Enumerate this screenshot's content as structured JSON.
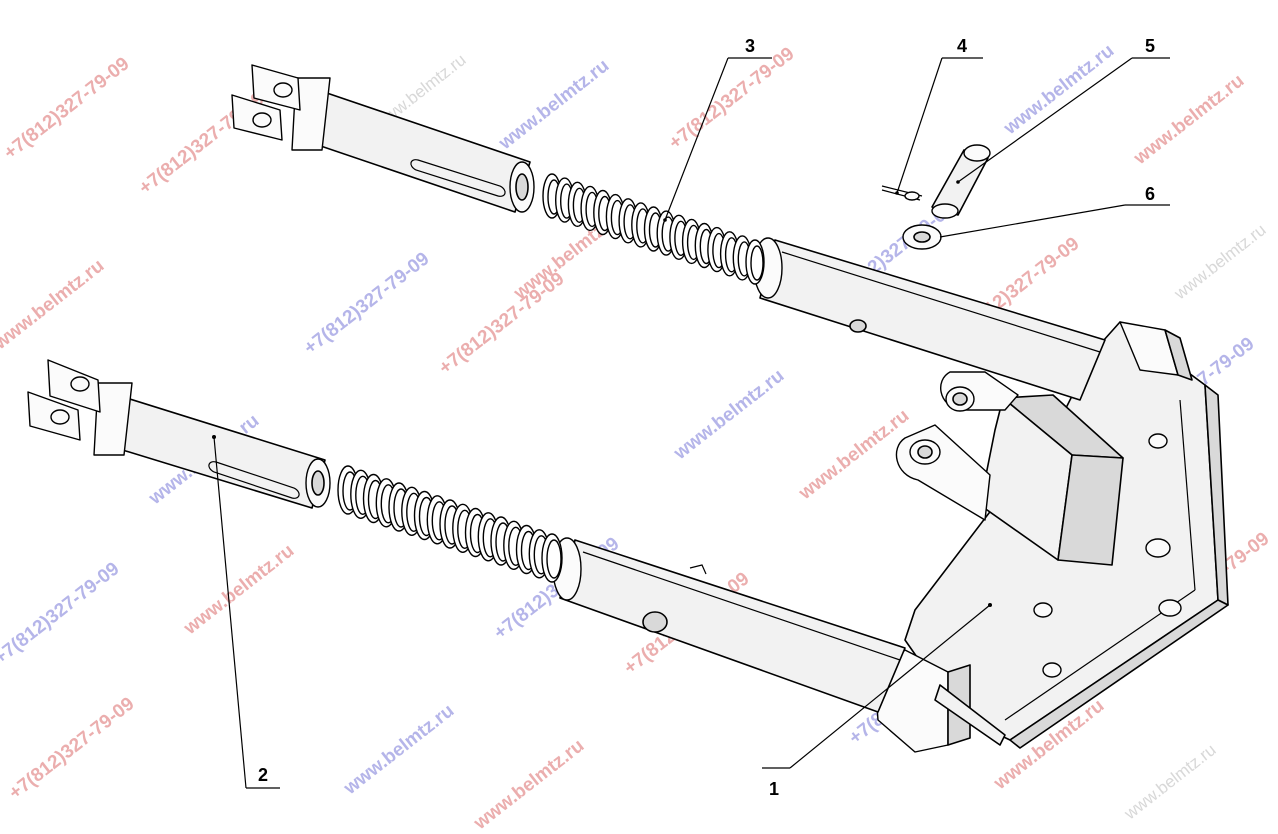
{
  "callouts": [
    {
      "id": "c1",
      "label": "1"
    },
    {
      "id": "c2",
      "label": "2"
    },
    {
      "id": "c3",
      "label": "3"
    },
    {
      "id": "c4",
      "label": "4"
    },
    {
      "id": "c5",
      "label": "5"
    },
    {
      "id": "c6",
      "label": "6"
    }
  ],
  "watermarks": {
    "phone": "+7(812)327-79-09",
    "site": "www.belmtz.ru"
  },
  "colors": {
    "phone_watermark": "#e8a0a0",
    "site_watermark": "#a9a9e6",
    "line": "#000000"
  }
}
